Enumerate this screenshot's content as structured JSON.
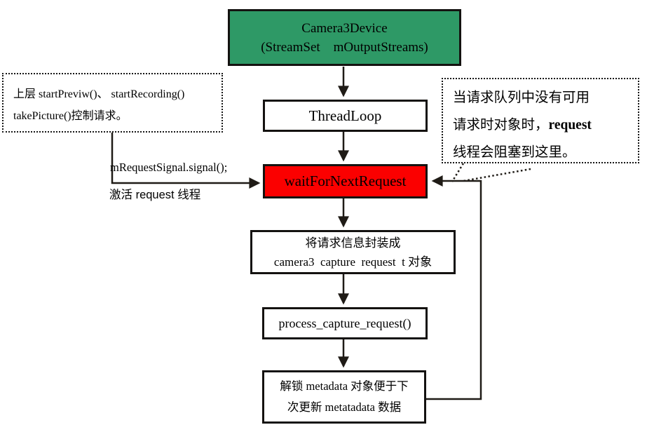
{
  "colors": {
    "green": "#2E9966",
    "red": "#FB0000",
    "line": "#1F1B16"
  },
  "nodes": {
    "camera3device": {
      "line1": "Camera3Device",
      "line2": "(StreamSet    mOutputStreams)"
    },
    "threadloop": {
      "label": "ThreadLoop"
    },
    "wait_for_next_request": {
      "label": "waitForNextRequest"
    },
    "encapsulate": {
      "line1": "将请求信息封装成",
      "line2": "camera3  capture  request  t 对象"
    },
    "process_capture_request": {
      "label": "process_capture_request()"
    },
    "unlock_metadata": {
      "line1": "解锁 metadata 对象便于下",
      "line2": "次更新 metatadata 数据"
    }
  },
  "callouts": {
    "upper_layer": {
      "line1": "上层 startPreviw()、 startRecording()",
      "line2": "takePicture()控制请求。"
    },
    "blocking": {
      "line1": "当请求队列中没有可用",
      "line2_prefix": "请求时对象时，",
      "line2_bold": "request",
      "line3": "线程会阻塞到这里。"
    }
  },
  "labels": {
    "signal_call": "mRequestSignal.signal();",
    "activate_thread": "激活 request 线程"
  }
}
